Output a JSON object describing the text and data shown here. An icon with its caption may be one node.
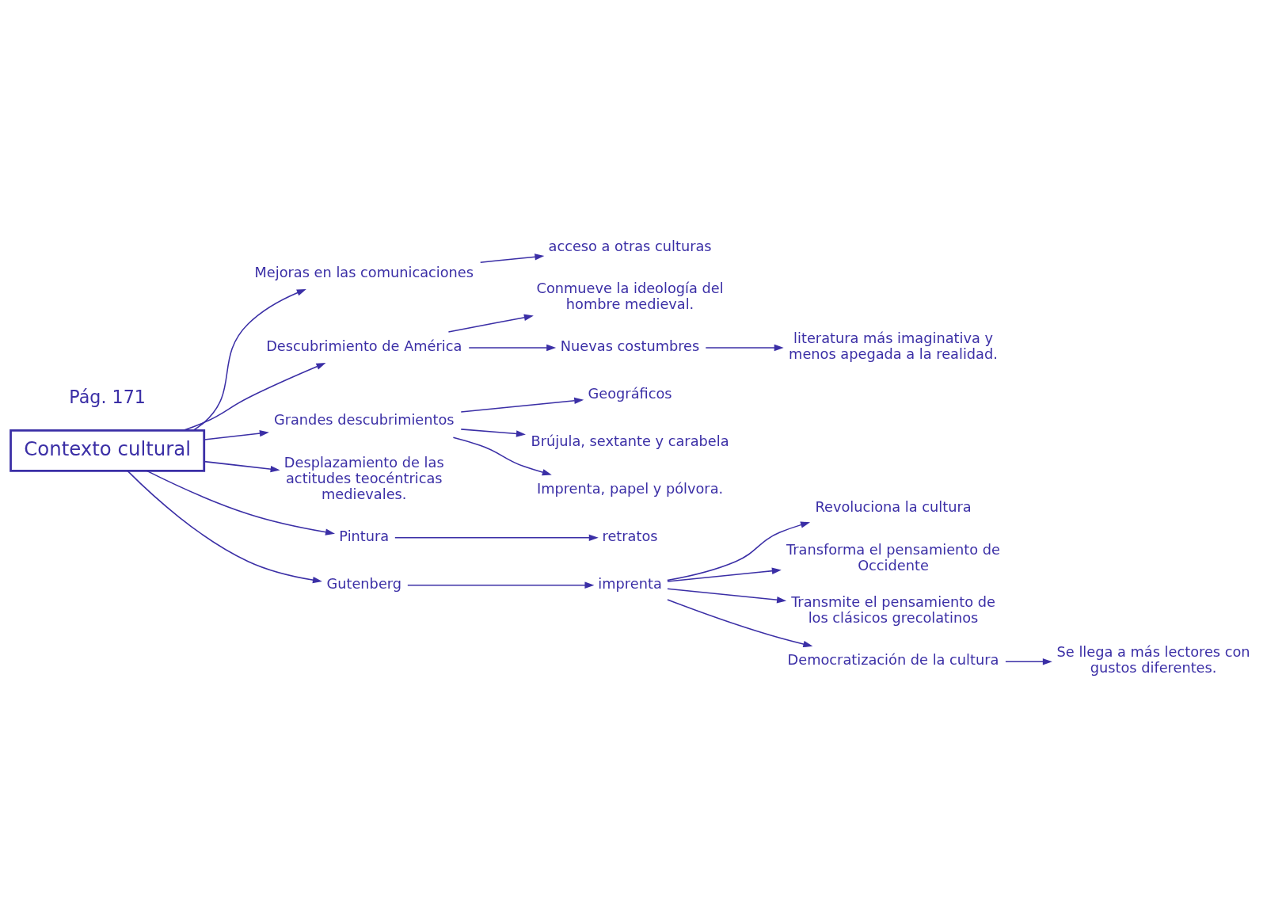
{
  "diagram": {
    "nodes": [
      {
        "text": [
          "Contexto cultural"
        ]
      },
      {
        "text": [
          "Mejoras en las comunicaciones"
        ]
      },
      {
        "text": [
          "acceso a otras culturas"
        ]
      },
      {
        "text": [
          "Descubrimiento de América"
        ]
      },
      {
        "text": [
          "Conmueve la ideología del hombre medieval."
        ]
      },
      {
        "text": [
          "Nuevas costumbres"
        ]
      },
      {
        "text": [
          "literatura más imaginativa y menos apegada a la realidad."
        ]
      },
      {
        "text": [
          "Grandes descubrimientos"
        ]
      },
      {
        "text": [
          "Geográficos"
        ]
      },
      {
        "text": [
          "Brújula, sextante y carabela"
        ]
      },
      {
        "text": [
          "Imprenta, papel y pólvora."
        ]
      },
      {
        "text": [
          "Desplazamiento de las actitudes teocéntricas medievales."
        ]
      },
      {
        "text": [
          "Pintura"
        ]
      },
      {
        "text": [
          "retratos"
        ]
      },
      {
        "text": [
          "Gutenberg"
        ]
      },
      {
        "text": [
          "imprenta"
        ]
      },
      {
        "text": [
          "Revoluciona la cultura"
        ]
      },
      {
        "text": [
          "Transforma el pensamiento de Occidente"
        ]
      },
      {
        "text": [
          "Transmite el pensamiento de los clásicos grecolatinos"
        ]
      },
      {
        "text": [
          "Democratización de la cultura"
        ]
      },
      {
        "text": [
          "Se llega a más lectores con gustos diferentes."
        ]
      }
    ],
    "edges": [
      {
        "from": 0,
        "to": 1,
        "arrow": "to"
      },
      {
        "from": 1,
        "to": 2,
        "arrow": "to"
      },
      {
        "from": 0,
        "to": 3,
        "arrow": "to"
      },
      {
        "from": 3,
        "to": 4,
        "arrow": "to"
      },
      {
        "from": 3,
        "to": 5,
        "arrow": "to"
      },
      {
        "from": 5,
        "to": 6,
        "arrow": "to"
      },
      {
        "from": 0,
        "to": 7,
        "arrow": "to"
      },
      {
        "from": 7,
        "to": 8,
        "arrow": "to"
      },
      {
        "from": 7,
        "to": 9,
        "arrow": "to"
      },
      {
        "from": 7,
        "to": 10,
        "arrow": "to"
      },
      {
        "from": 0,
        "to": 11,
        "arrow": "to"
      },
      {
        "from": 0,
        "to": 12,
        "arrow": "to"
      },
      {
        "from": 12,
        "to": 13,
        "arrow": "to"
      },
      {
        "from": 0,
        "to": 14,
        "arrow": "to"
      },
      {
        "from": 14,
        "to": 15,
        "arrow": "to"
      },
      {
        "from": 15,
        "to": 16,
        "arrow": "to"
      },
      {
        "from": 15,
        "to": 17,
        "arrow": "to"
      },
      {
        "from": 15,
        "to": 18,
        "arrow": "to"
      },
      {
        "from": 15,
        "to": 19,
        "arrow": "to"
      },
      {
        "from": 19,
        "to": 20,
        "arrow": "to"
      }
    ],
    "labels": [
      "Pág. 171"
    ]
  }
}
